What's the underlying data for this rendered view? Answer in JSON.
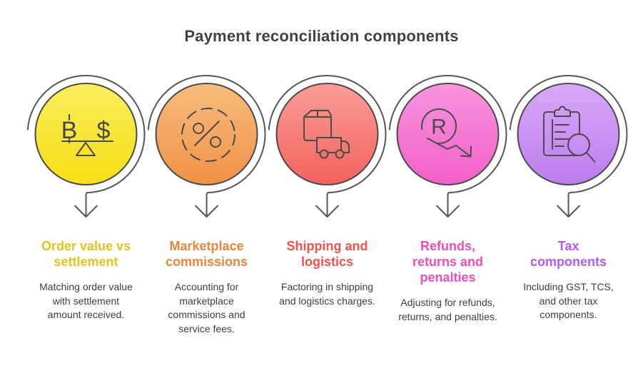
{
  "title": "Payment reconciliation components",
  "theme": {
    "background": "#ffffff",
    "title": "#414141",
    "text": "#3e3e3e",
    "ring": "#55565a",
    "icon": "#4a4a4b"
  },
  "items": [
    {
      "icon": "balance-scale-icon",
      "heading": "Order value vs settlement",
      "description": "Matching order value with settlement amount received.",
      "heading_color": "#e3c31e",
      "circle_top": "#faee5e",
      "circle_bottom": "#f7df14",
      "glyph_left": "B",
      "glyph_right": "$"
    },
    {
      "icon": "percent-icon",
      "heading": "Marketplace commissions",
      "description": "Accounting for marketplace commissions and service fees.",
      "heading_color": "#e8863c",
      "circle_top": "#f8bd7d",
      "circle_bottom": "#f09146"
    },
    {
      "icon": "shipping-truck-icon",
      "heading": "Shipping and logistics",
      "description": "Factoring in shipping and logistics charges.",
      "heading_color": "#ef5350",
      "circle_top": "#fa9d97",
      "circle_bottom": "#f4625d"
    },
    {
      "icon": "refund-arrow-icon",
      "heading": "Refunds, returns and penalties",
      "description": "Adjusting for refunds, returns, and penalties.",
      "heading_color": "#ec4fbc",
      "circle_top": "#f995de",
      "circle_bottom": "#f160c9",
      "glyph": "R"
    },
    {
      "icon": "clipboard-search-icon",
      "heading": "Tax components",
      "description": "Including GST, TCS, and other tax components.",
      "heading_color": "#b45aec",
      "circle_top": "#d9a9f8",
      "circle_bottom": "#bd7ced"
    }
  ]
}
